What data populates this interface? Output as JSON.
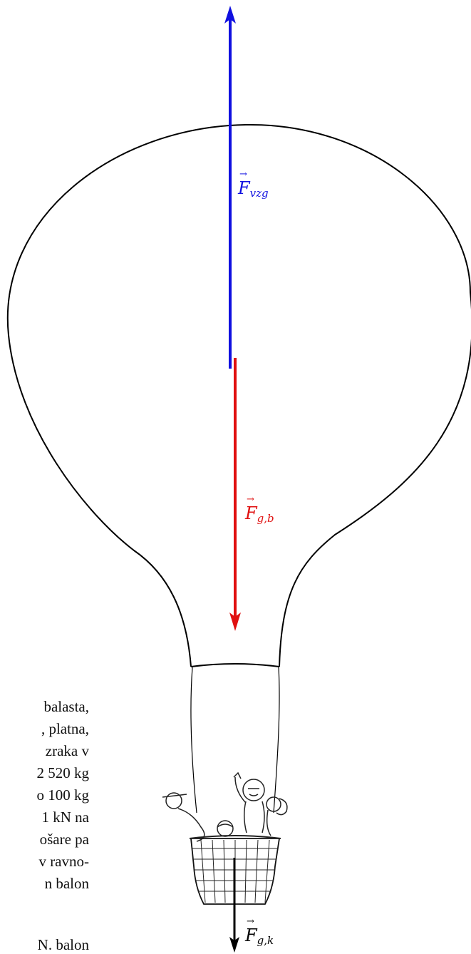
{
  "text_lines": [
    "balasta,",
    ", platna,",
    "zraka v",
    "2 520 kg",
    "o 100 kg",
    "1 kN na",
    "ošare pa",
    "v ravno-",
    "n balon",
    "N. balon"
  ],
  "forces": {
    "buoyancy": {
      "symbol": "F",
      "subscript": "vzg",
      "color": "#1010e0"
    },
    "balloon_weight": {
      "symbol": "F",
      "subscript": "g,b",
      "color": "#e01010"
    },
    "basket_weight": {
      "symbol": "F",
      "subscript": "g,k",
      "color": "#000000"
    }
  },
  "icons": {
    "basket": "basket-with-people-icon"
  }
}
